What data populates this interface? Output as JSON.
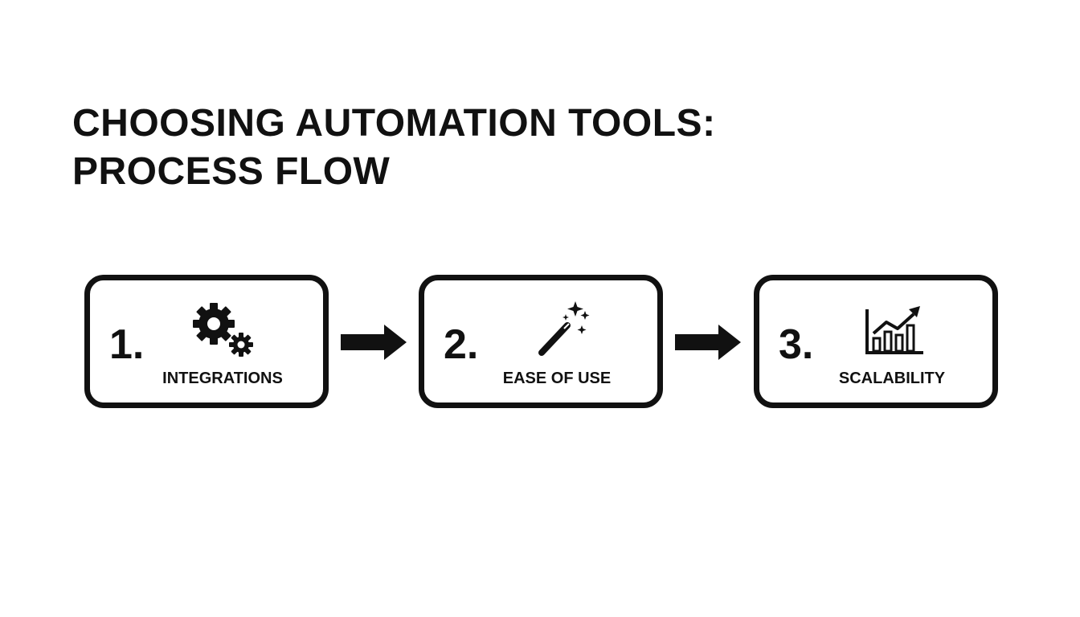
{
  "title": {
    "line1": "CHOOSING AUTOMATION TOOLS:",
    "line2": "PROCESS FLOW"
  },
  "steps": [
    {
      "number": "1.",
      "label": "INTEGRATIONS",
      "icon": "gears-icon"
    },
    {
      "number": "2.",
      "label": "EASE OF USE",
      "icon": "magic-wand-icon"
    },
    {
      "number": "3.",
      "label": "SCALABILITY",
      "icon": "growth-chart-icon"
    }
  ],
  "connectors": [
    {
      "icon": "right-arrow-icon"
    },
    {
      "icon": "right-arrow-icon"
    }
  ],
  "colors": {
    "ink": "#111111",
    "background": "#ffffff"
  }
}
